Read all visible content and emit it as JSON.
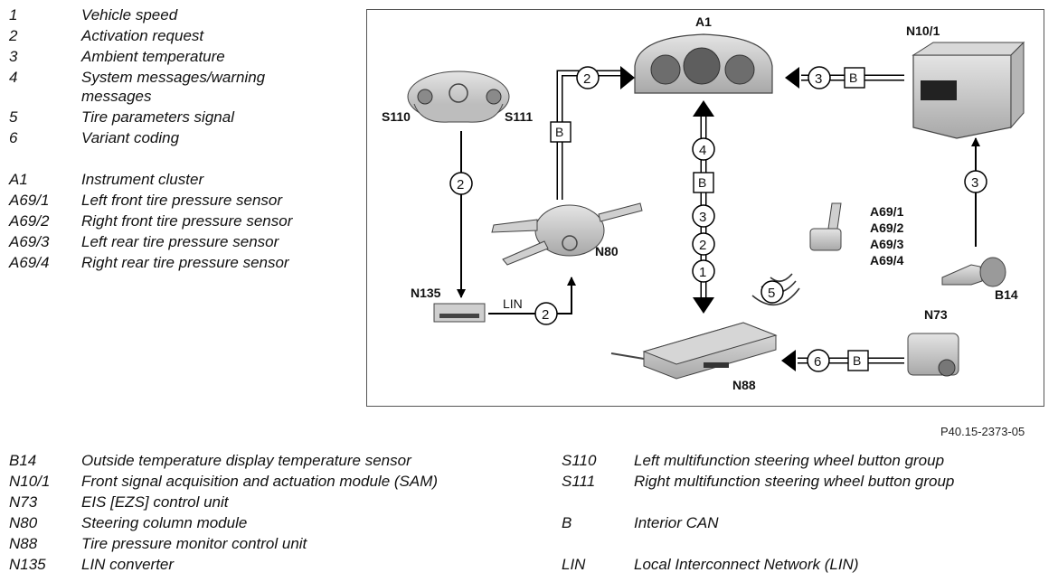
{
  "top_legend": [
    {
      "code": "1",
      "desc": "Vehicle speed"
    },
    {
      "code": "2",
      "desc": "Activation request"
    },
    {
      "code": "3",
      "desc": "Ambient temperature"
    },
    {
      "code": "4",
      "desc": "System messages/warning"
    },
    {
      "code": "",
      "desc": "messages"
    },
    {
      "code": "5",
      "desc": "Tire parameters signal"
    },
    {
      "code": "6",
      "desc": "Variant coding"
    },
    {
      "code": "A1",
      "desc": "Instrument cluster"
    },
    {
      "code": "A69/1",
      "desc": "Left front tire pressure sensor"
    },
    {
      "code": "A69/2",
      "desc": "Right front tire pressure sensor"
    },
    {
      "code": "A69/3",
      "desc": "Left rear tire pressure sensor"
    },
    {
      "code": "A69/4",
      "desc": "Right rear tire pressure sensor"
    }
  ],
  "diagram": {
    "components": {
      "a1": "A1",
      "n10_1": "N10/1",
      "s110": "S110",
      "s111": "S111",
      "n80": "N80",
      "n135": "N135",
      "a69_1": "A69/1",
      "a69_2": "A69/2",
      "a69_3": "A69/3",
      "a69_4": "A69/4",
      "b14": "B14",
      "n73": "N73",
      "n88": "N88"
    },
    "bus_b": "B",
    "bus_lin": "LIN",
    "signals": {
      "one": "1",
      "two": "2",
      "three": "3",
      "four": "4",
      "five": "5",
      "six": "6"
    }
  },
  "figure_id": "P40.15-2373-05",
  "bottom_legend_left": [
    {
      "code": "B14",
      "desc": "Outside temperature display temperature sensor"
    },
    {
      "code": "N10/1",
      "desc": "Front signal acquisition and actuation module (SAM)"
    },
    {
      "code": "N73",
      "desc": "EIS [EZS] control unit"
    },
    {
      "code": "N80",
      "desc": "Steering column module"
    },
    {
      "code": "N88",
      "desc": "Tire pressure monitor control unit"
    },
    {
      "code": "N135",
      "desc": "LIN converter"
    }
  ],
  "bottom_legend_right": [
    {
      "code": "S110",
      "desc": "Left multifunction steering wheel button group"
    },
    {
      "code": "S111",
      "desc": "Right multifunction steering wheel button group"
    },
    {
      "code": "B",
      "desc": "Interior CAN"
    },
    {
      "code": "LIN",
      "desc": "Local Interconnect Network (LIN)"
    }
  ]
}
